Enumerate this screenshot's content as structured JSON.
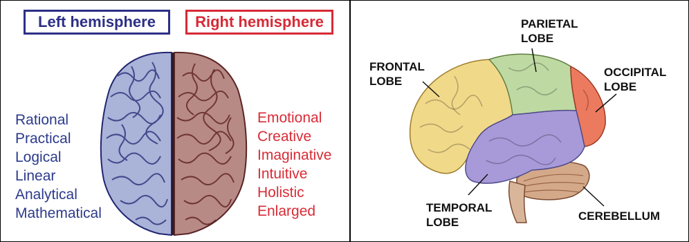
{
  "left_panel": {
    "left_title": "Left hemisphere",
    "right_title": "Right hemisphere",
    "left_traits": [
      "Rational",
      "Practical",
      "Logical",
      "Linear",
      "Analytical",
      "Mathematical"
    ],
    "right_traits": [
      "Emotional",
      "Creative",
      "Imaginative",
      "Intuitive",
      "Holistic",
      "Enlarged"
    ],
    "colors": {
      "left": "#2c2f86",
      "right": "#d62a36"
    }
  },
  "right_panel": {
    "lobes": {
      "frontal": [
        "FRONTAL",
        "LOBE"
      ],
      "parietal": [
        "PARIETAL",
        "LOBE"
      ],
      "occipital": [
        "OCCIPITAL",
        "LOBE"
      ],
      "temporal": [
        "TEMPORAL",
        "LOBE"
      ],
      "cerebellum": [
        "CEREBELLUM"
      ]
    },
    "colors": {
      "frontal": "#f1d98a",
      "parietal": "#bfd9a3",
      "occipital": "#ec7a5e",
      "temporal": "#a89ad9",
      "cerebellum": "#d4a98a"
    }
  }
}
